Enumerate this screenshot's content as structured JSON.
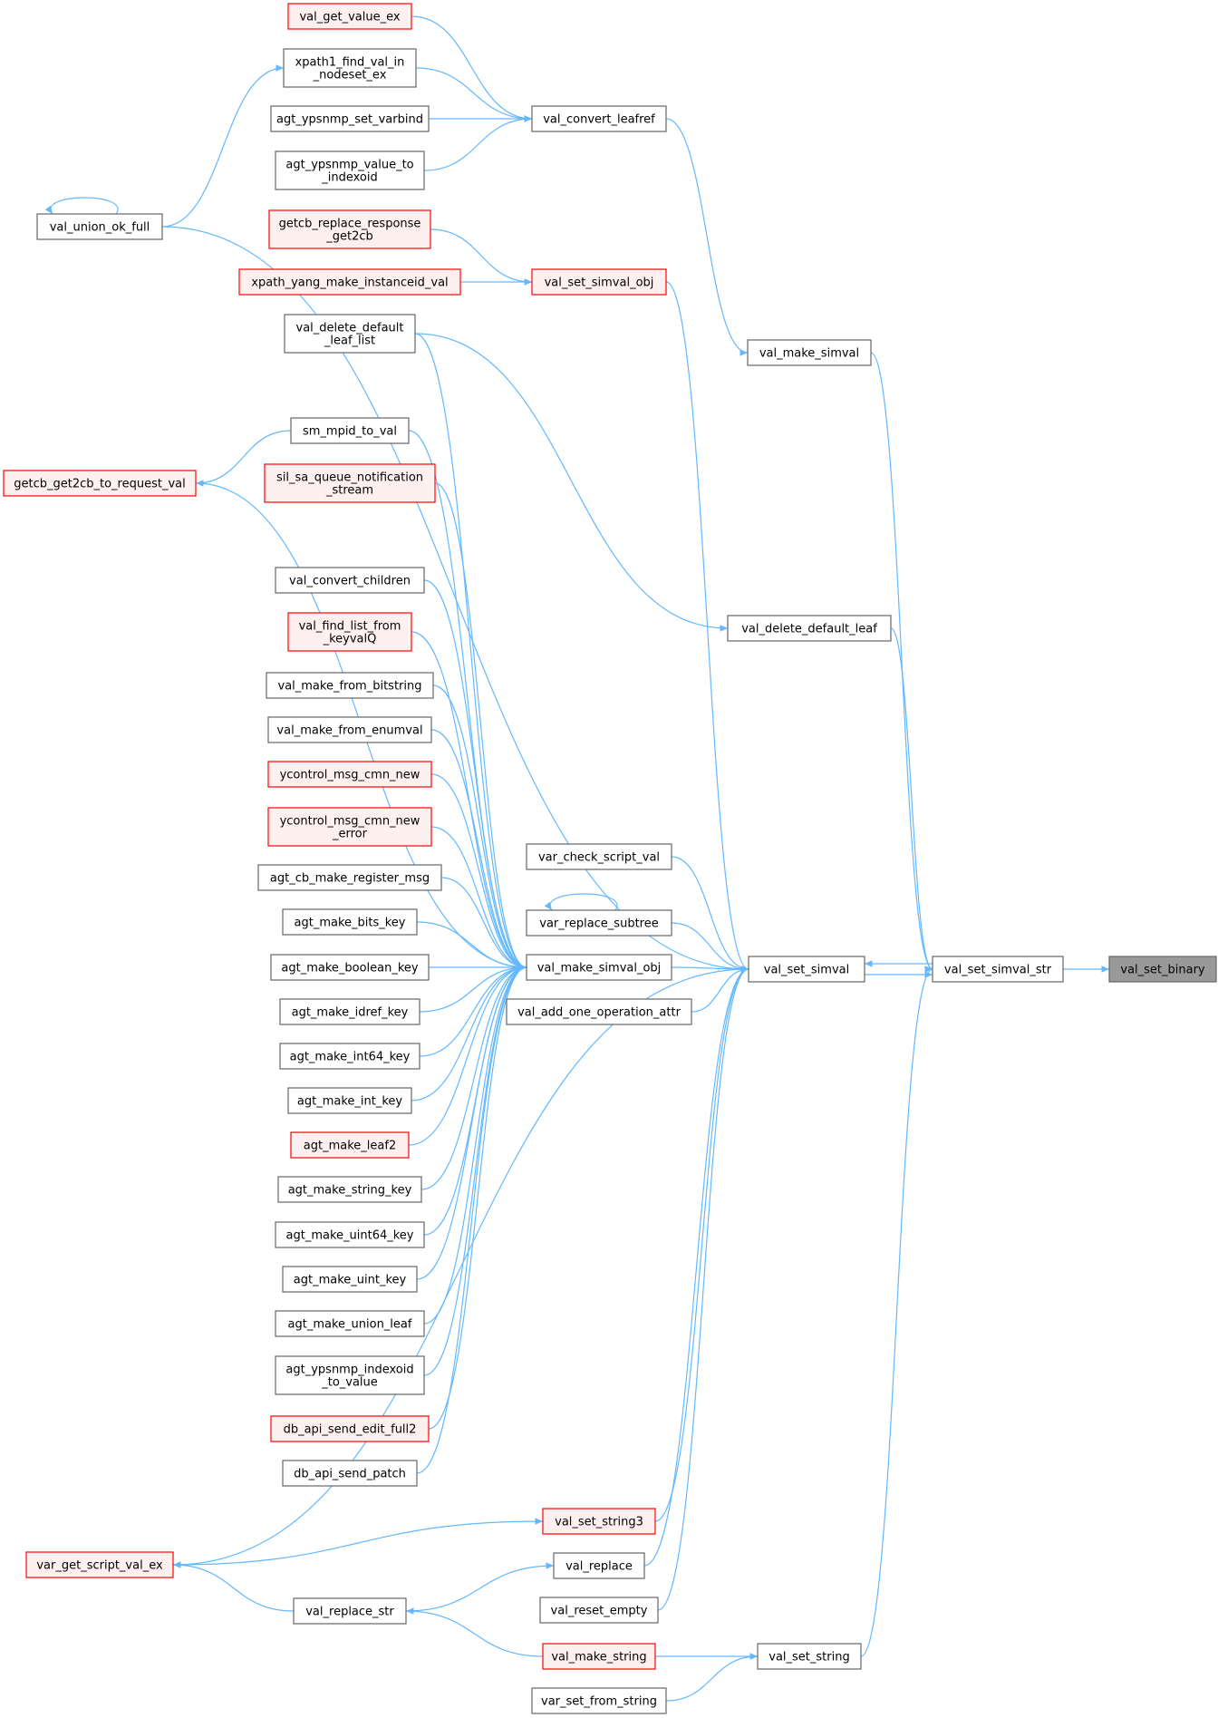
{
  "diagram": {
    "title": "",
    "colors": {
      "edge": "#63b8ff",
      "node_border": "#666666",
      "truncated_border": "#ff0000",
      "truncated_fill": "#fff0f0",
      "focus_fill": "#999999"
    },
    "nodes": [
      {
        "id": "val_set_binary",
        "label": [
          "val_set_binary"
        ],
        "style": "focus"
      },
      {
        "id": "val_set_simval_str",
        "label": [
          "val_set_simval_str"
        ],
        "style": "plain"
      },
      {
        "id": "val_set_simval",
        "label": [
          "val_set_simval"
        ],
        "style": "plain"
      },
      {
        "id": "val_make_simval",
        "label": [
          "val_make_simval"
        ],
        "style": "plain"
      },
      {
        "id": "val_delete_default_leaf",
        "label": [
          "val_delete_default_leaf"
        ],
        "style": "plain"
      },
      {
        "id": "val_set_string",
        "label": [
          "val_set_string"
        ],
        "style": "plain"
      },
      {
        "id": "val_convert_leafref",
        "label": [
          "val_convert_leafref"
        ],
        "style": "plain"
      },
      {
        "id": "val_get_value_ex",
        "label": [
          "val_get_value_ex"
        ],
        "style": "truncated"
      },
      {
        "id": "xpath1_find_val_in_nodeset_ex",
        "label": [
          "xpath1_find_val_in",
          "_nodeset_ex"
        ],
        "style": "plain"
      },
      {
        "id": "agt_ypsnmp_set_varbind",
        "label": [
          "agt_ypsnmp_set_varbind"
        ],
        "style": "plain"
      },
      {
        "id": "agt_ypsnmp_value_to_indexoid",
        "label": [
          "agt_ypsnmp_value_to",
          "_indexoid"
        ],
        "style": "plain"
      },
      {
        "id": "val_union_ok_full",
        "label": [
          "val_union_ok_full"
        ],
        "style": "plain"
      },
      {
        "id": "getcb_replace_response_get2cb",
        "label": [
          "getcb_replace_response",
          "_get2cb"
        ],
        "style": "truncated"
      },
      {
        "id": "xpath_yang_make_instanceid_val",
        "label": [
          "xpath_yang_make_instanceid_val"
        ],
        "style": "truncated"
      },
      {
        "id": "val_set_simval_obj",
        "label": [
          "val_set_simval_obj"
        ],
        "style": "truncated"
      },
      {
        "id": "val_delete_default_leaf_list",
        "label": [
          "val_delete_default",
          "_leaf_list"
        ],
        "style": "plain"
      },
      {
        "id": "sm_mpid_to_val",
        "label": [
          "sm_mpid_to_val"
        ],
        "style": "plain"
      },
      {
        "id": "getcb_get2cb_to_request_val",
        "label": [
          "getcb_get2cb_to_request_val"
        ],
        "style": "truncated"
      },
      {
        "id": "sil_sa_queue_notification_stream",
        "label": [
          "sil_sa_queue_notification",
          "_stream"
        ],
        "style": "truncated"
      },
      {
        "id": "val_convert_children",
        "label": [
          "val_convert_children"
        ],
        "style": "plain"
      },
      {
        "id": "val_find_list_from_keyvalQ",
        "label": [
          "val_find_list_from",
          "_keyvalQ"
        ],
        "style": "truncated"
      },
      {
        "id": "val_make_from_bitstring",
        "label": [
          "val_make_from_bitstring"
        ],
        "style": "plain"
      },
      {
        "id": "val_make_from_enumval",
        "label": [
          "val_make_from_enumval"
        ],
        "style": "plain"
      },
      {
        "id": "ycontrol_msg_cmn_new",
        "label": [
          "ycontrol_msg_cmn_new"
        ],
        "style": "truncated"
      },
      {
        "id": "ycontrol_msg_cmn_new_error",
        "label": [
          "ycontrol_msg_cmn_new",
          "_error"
        ],
        "style": "truncated"
      },
      {
        "id": "agt_cb_make_register_msg",
        "label": [
          "agt_cb_make_register_msg"
        ],
        "style": "plain"
      },
      {
        "id": "agt_make_bits_key",
        "label": [
          "agt_make_bits_key"
        ],
        "style": "plain"
      },
      {
        "id": "agt_make_boolean_key",
        "label": [
          "agt_make_boolean_key"
        ],
        "style": "plain"
      },
      {
        "id": "agt_make_idref_key",
        "label": [
          "agt_make_idref_key"
        ],
        "style": "plain"
      },
      {
        "id": "agt_make_int64_key",
        "label": [
          "agt_make_int64_key"
        ],
        "style": "plain"
      },
      {
        "id": "agt_make_int_key",
        "label": [
          "agt_make_int_key"
        ],
        "style": "plain"
      },
      {
        "id": "agt_make_leaf2",
        "label": [
          "agt_make_leaf2"
        ],
        "style": "truncated"
      },
      {
        "id": "agt_make_string_key",
        "label": [
          "agt_make_string_key"
        ],
        "style": "plain"
      },
      {
        "id": "agt_make_uint64_key",
        "label": [
          "agt_make_uint64_key"
        ],
        "style": "plain"
      },
      {
        "id": "agt_make_uint_key",
        "label": [
          "agt_make_uint_key"
        ],
        "style": "plain"
      },
      {
        "id": "agt_make_union_leaf",
        "label": [
          "agt_make_union_leaf"
        ],
        "style": "plain"
      },
      {
        "id": "agt_ypsnmp_indexoid_to_value",
        "label": [
          "agt_ypsnmp_indexoid",
          "_to_value"
        ],
        "style": "plain"
      },
      {
        "id": "db_api_send_edit_full2",
        "label": [
          "db_api_send_edit_full2"
        ],
        "style": "truncated"
      },
      {
        "id": "db_api_send_patch",
        "label": [
          "db_api_send_patch"
        ],
        "style": "plain"
      },
      {
        "id": "val_make_simval_obj",
        "label": [
          "val_make_simval_obj"
        ],
        "style": "plain"
      },
      {
        "id": "var_check_script_val",
        "label": [
          "var_check_script_val"
        ],
        "style": "plain"
      },
      {
        "id": "var_replace_subtree",
        "label": [
          "var_replace_subtree"
        ],
        "style": "plain"
      },
      {
        "id": "val_add_one_operation_attr",
        "label": [
          "val_add_one_operation_attr"
        ],
        "style": "plain"
      },
      {
        "id": "val_set_string3",
        "label": [
          "val_set_string3"
        ],
        "style": "truncated"
      },
      {
        "id": "var_get_script_val_ex",
        "label": [
          "var_get_script_val_ex"
        ],
        "style": "truncated"
      },
      {
        "id": "val_replace",
        "label": [
          "val_replace"
        ],
        "style": "plain"
      },
      {
        "id": "val_replace_str",
        "label": [
          "val_replace_str"
        ],
        "style": "plain"
      },
      {
        "id": "val_reset_empty",
        "label": [
          "val_reset_empty"
        ],
        "style": "plain"
      },
      {
        "id": "val_make_string",
        "label": [
          "val_make_string"
        ],
        "style": "truncated"
      },
      {
        "id": "var_set_from_string",
        "label": [
          "var_set_from_string"
        ],
        "style": "plain"
      }
    ],
    "edges": [
      {
        "from": "val_set_simval_str",
        "to": "val_set_binary"
      },
      {
        "from": "val_set_simval",
        "to": "val_set_simval_str"
      },
      {
        "from": "val_set_simval_str",
        "to": "val_set_simval"
      },
      {
        "from": "val_make_simval",
        "to": "val_set_simval_str"
      },
      {
        "from": "val_delete_default_leaf",
        "to": "val_set_simval_str"
      },
      {
        "from": "val_set_string",
        "to": "val_set_simval_str"
      },
      {
        "from": "val_convert_leafref",
        "to": "val_make_simval"
      },
      {
        "from": "val_get_value_ex",
        "to": "val_convert_leafref"
      },
      {
        "from": "xpath1_find_val_in_nodeset_ex",
        "to": "val_convert_leafref"
      },
      {
        "from": "agt_ypsnmp_set_varbind",
        "to": "val_convert_leafref"
      },
      {
        "from": "agt_ypsnmp_value_to_indexoid",
        "to": "val_convert_leafref"
      },
      {
        "from": "val_union_ok_full",
        "to": "xpath1_find_val_in_nodeset_ex"
      },
      {
        "from": "val_union_ok_full",
        "to": "val_union_ok_full"
      },
      {
        "from": "val_delete_default_leaf_list",
        "to": "val_delete_default_leaf"
      },
      {
        "from": "getcb_replace_response_get2cb",
        "to": "val_set_simval_obj"
      },
      {
        "from": "xpath_yang_make_instanceid_val",
        "to": "val_set_simval_obj"
      },
      {
        "from": "val_set_simval_obj",
        "to": "val_set_simval"
      },
      {
        "from": "val_union_ok_full",
        "to": "val_set_simval"
      },
      {
        "from": "val_make_simval_obj",
        "to": "val_set_simval"
      },
      {
        "from": "var_check_script_val",
        "to": "val_set_simval"
      },
      {
        "from": "var_replace_subtree",
        "to": "val_set_simval"
      },
      {
        "from": "var_replace_subtree",
        "to": "var_replace_subtree"
      },
      {
        "from": "val_add_one_operation_attr",
        "to": "val_set_simval"
      },
      {
        "from": "val_set_string3",
        "to": "val_set_simval"
      },
      {
        "from": "val_replace",
        "to": "val_set_simval"
      },
      {
        "from": "val_reset_empty",
        "to": "val_set_simval"
      },
      {
        "from": "var_get_script_val_ex",
        "to": "val_set_simval"
      },
      {
        "from": "val_delete_default_leaf_list",
        "to": "val_make_simval_obj"
      },
      {
        "from": "sm_mpid_to_val",
        "to": "val_make_simval_obj"
      },
      {
        "from": "getcb_get2cb_to_request_val",
        "to": "val_make_simval_obj"
      },
      {
        "from": "sil_sa_queue_notification_stream",
        "to": "val_make_simval_obj"
      },
      {
        "from": "val_convert_children",
        "to": "val_make_simval_obj"
      },
      {
        "from": "val_find_list_from_keyvalQ",
        "to": "val_make_simval_obj"
      },
      {
        "from": "val_make_from_bitstring",
        "to": "val_make_simval_obj"
      },
      {
        "from": "val_make_from_enumval",
        "to": "val_make_simval_obj"
      },
      {
        "from": "ycontrol_msg_cmn_new",
        "to": "val_make_simval_obj"
      },
      {
        "from": "ycontrol_msg_cmn_new_error",
        "to": "val_make_simval_obj"
      },
      {
        "from": "agt_cb_make_register_msg",
        "to": "val_make_simval_obj"
      },
      {
        "from": "agt_make_bits_key",
        "to": "val_make_simval_obj"
      },
      {
        "from": "agt_make_boolean_key",
        "to": "val_make_simval_obj"
      },
      {
        "from": "agt_make_idref_key",
        "to": "val_make_simval_obj"
      },
      {
        "from": "agt_make_int64_key",
        "to": "val_make_simval_obj"
      },
      {
        "from": "agt_make_int_key",
        "to": "val_make_simval_obj"
      },
      {
        "from": "agt_make_leaf2",
        "to": "val_make_simval_obj"
      },
      {
        "from": "agt_make_string_key",
        "to": "val_make_simval_obj"
      },
      {
        "from": "agt_make_uint64_key",
        "to": "val_make_simval_obj"
      },
      {
        "from": "agt_make_uint_key",
        "to": "val_make_simval_obj"
      },
      {
        "from": "agt_make_union_leaf",
        "to": "val_make_simval_obj"
      },
      {
        "from": "agt_ypsnmp_indexoid_to_value",
        "to": "val_make_simval_obj"
      },
      {
        "from": "db_api_send_edit_full2",
        "to": "val_make_simval_obj"
      },
      {
        "from": "db_api_send_patch",
        "to": "val_make_simval_obj"
      },
      {
        "from": "sm_mpid_to_val",
        "to": "getcb_get2cb_to_request_val"
      },
      {
        "from": "var_get_script_val_ex",
        "to": "val_set_string3"
      },
      {
        "from": "val_replace_str",
        "to": "var_get_script_val_ex"
      },
      {
        "from": "val_replace_str",
        "to": "val_replace"
      },
      {
        "from": "val_make_string",
        "to": "val_replace_str"
      },
      {
        "from": "val_make_string",
        "to": "val_set_string"
      },
      {
        "from": "var_set_from_string",
        "to": "val_set_string"
      }
    ]
  }
}
